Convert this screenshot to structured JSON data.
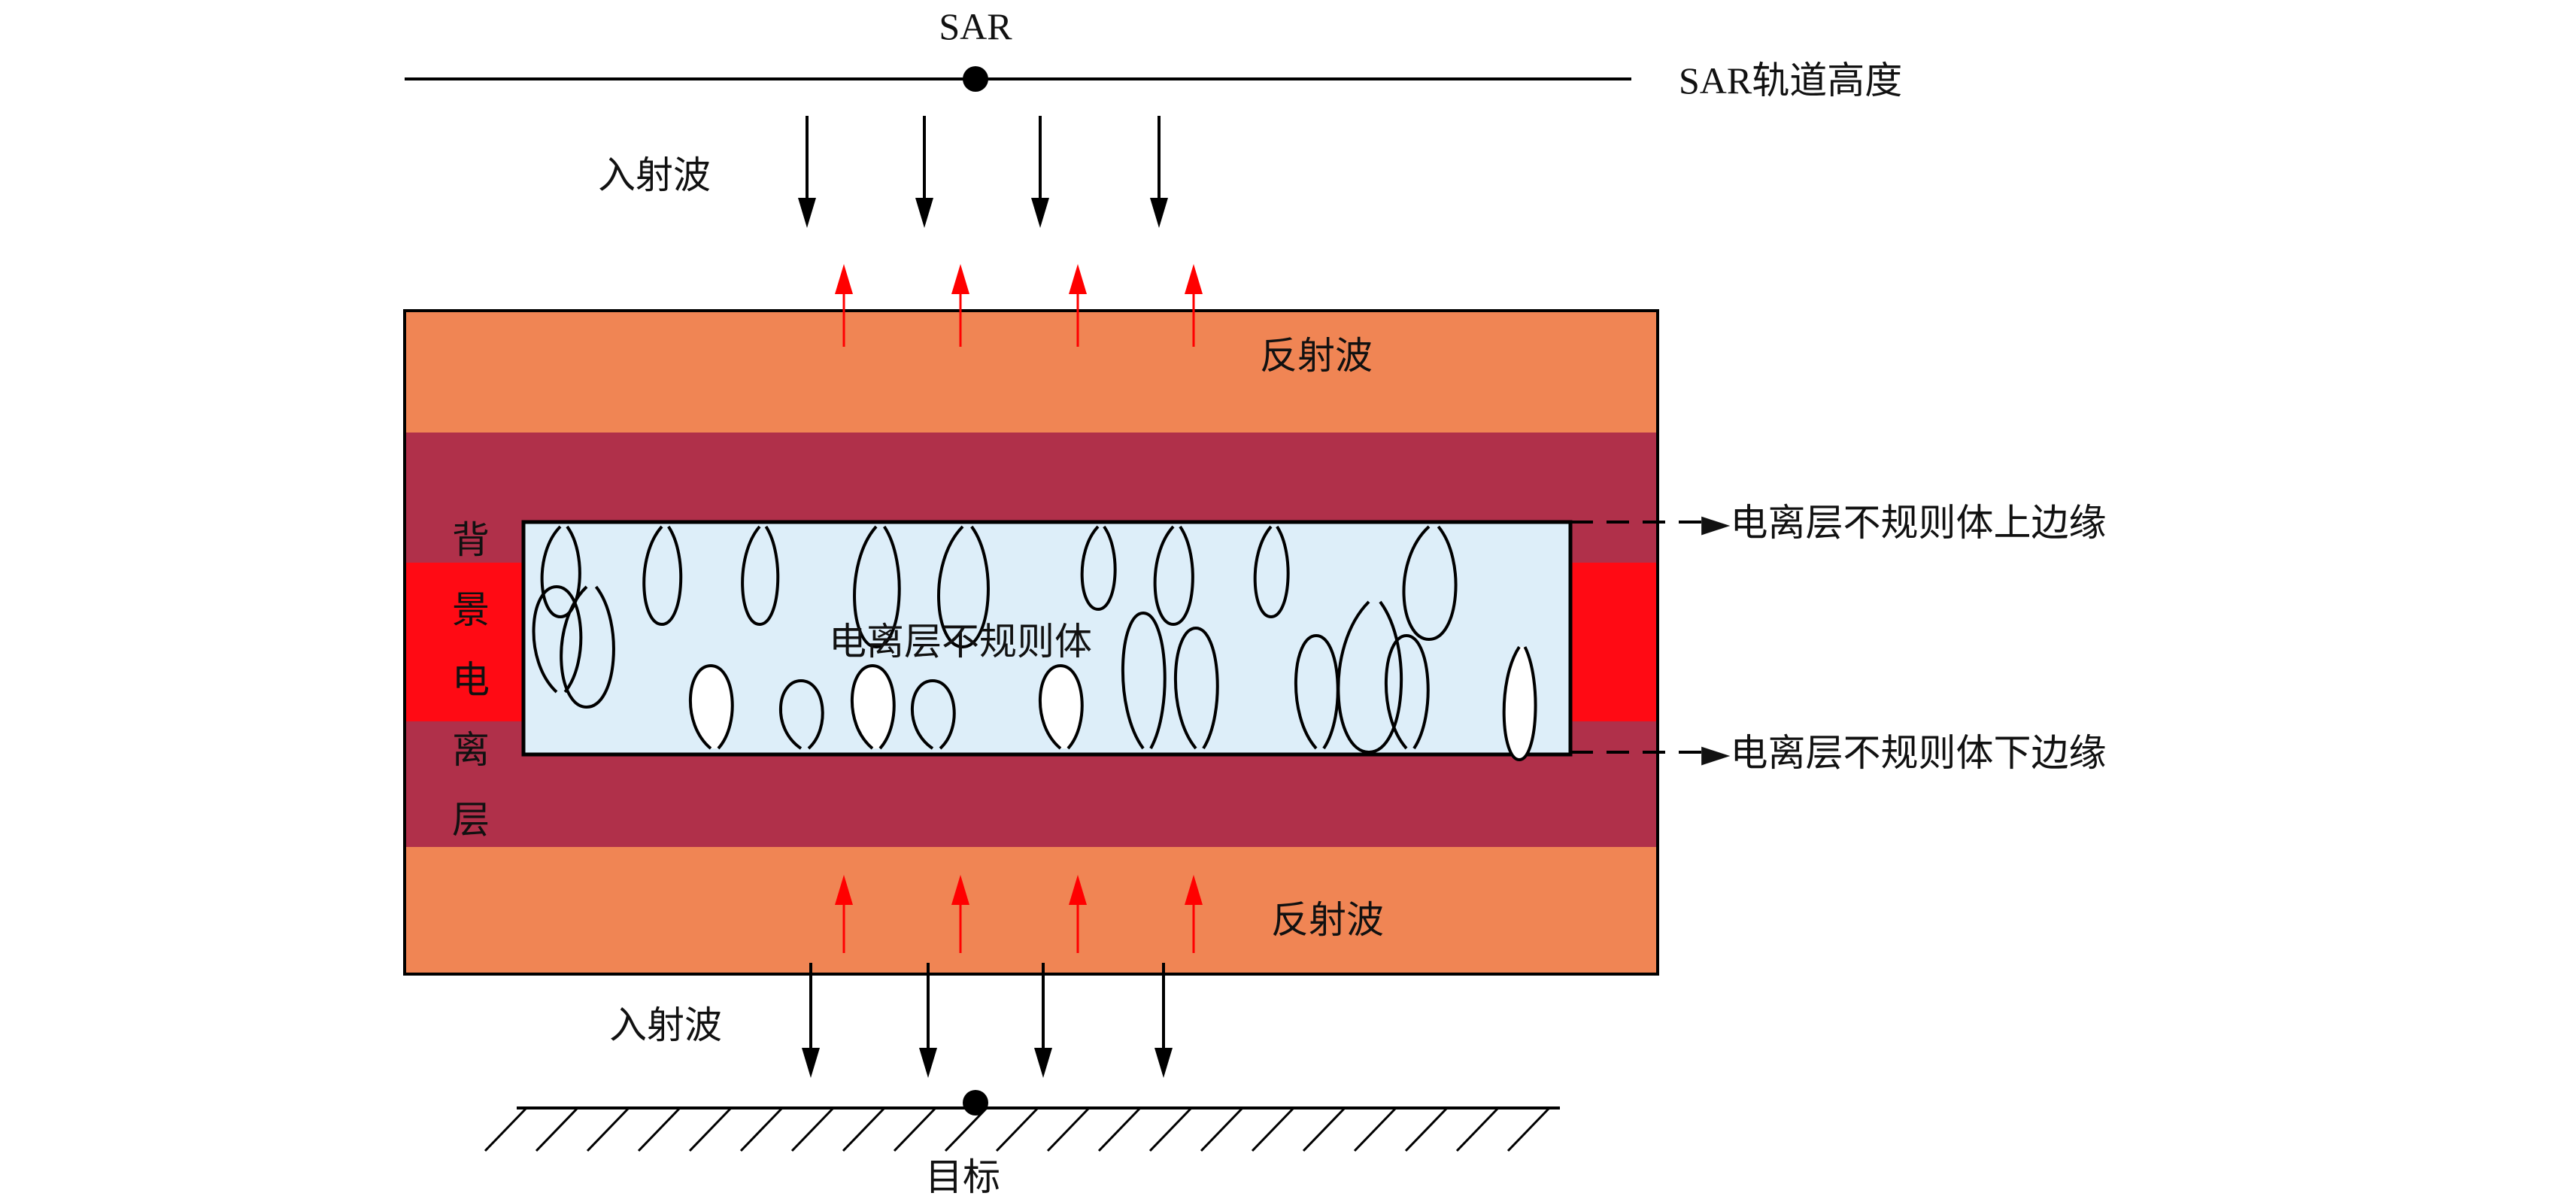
{
  "labels": {
    "sar": "SAR",
    "sar_orbit": "SAR轨道高度",
    "incident_top": "入射波",
    "incident_bottom": "入射波",
    "reflected_top": "反射波",
    "reflected_bottom": "反射波",
    "background_ionosphere": [
      "背",
      "景",
      "电",
      "离",
      "层"
    ],
    "irregularity": "电离层不规则体",
    "upper_edge": "►电离层不规则体上边缘",
    "lower_edge": "►电离层不规则体下边缘",
    "target": "目标"
  },
  "colors": {
    "outer_layer": "#F08554",
    "mid_layer": "#B0304A",
    "side_red": "#FF0A14",
    "irregularity_fill": "#DDEEF9",
    "reflected_arrow": "#FF0000",
    "incident_arrow": "#000000"
  }
}
